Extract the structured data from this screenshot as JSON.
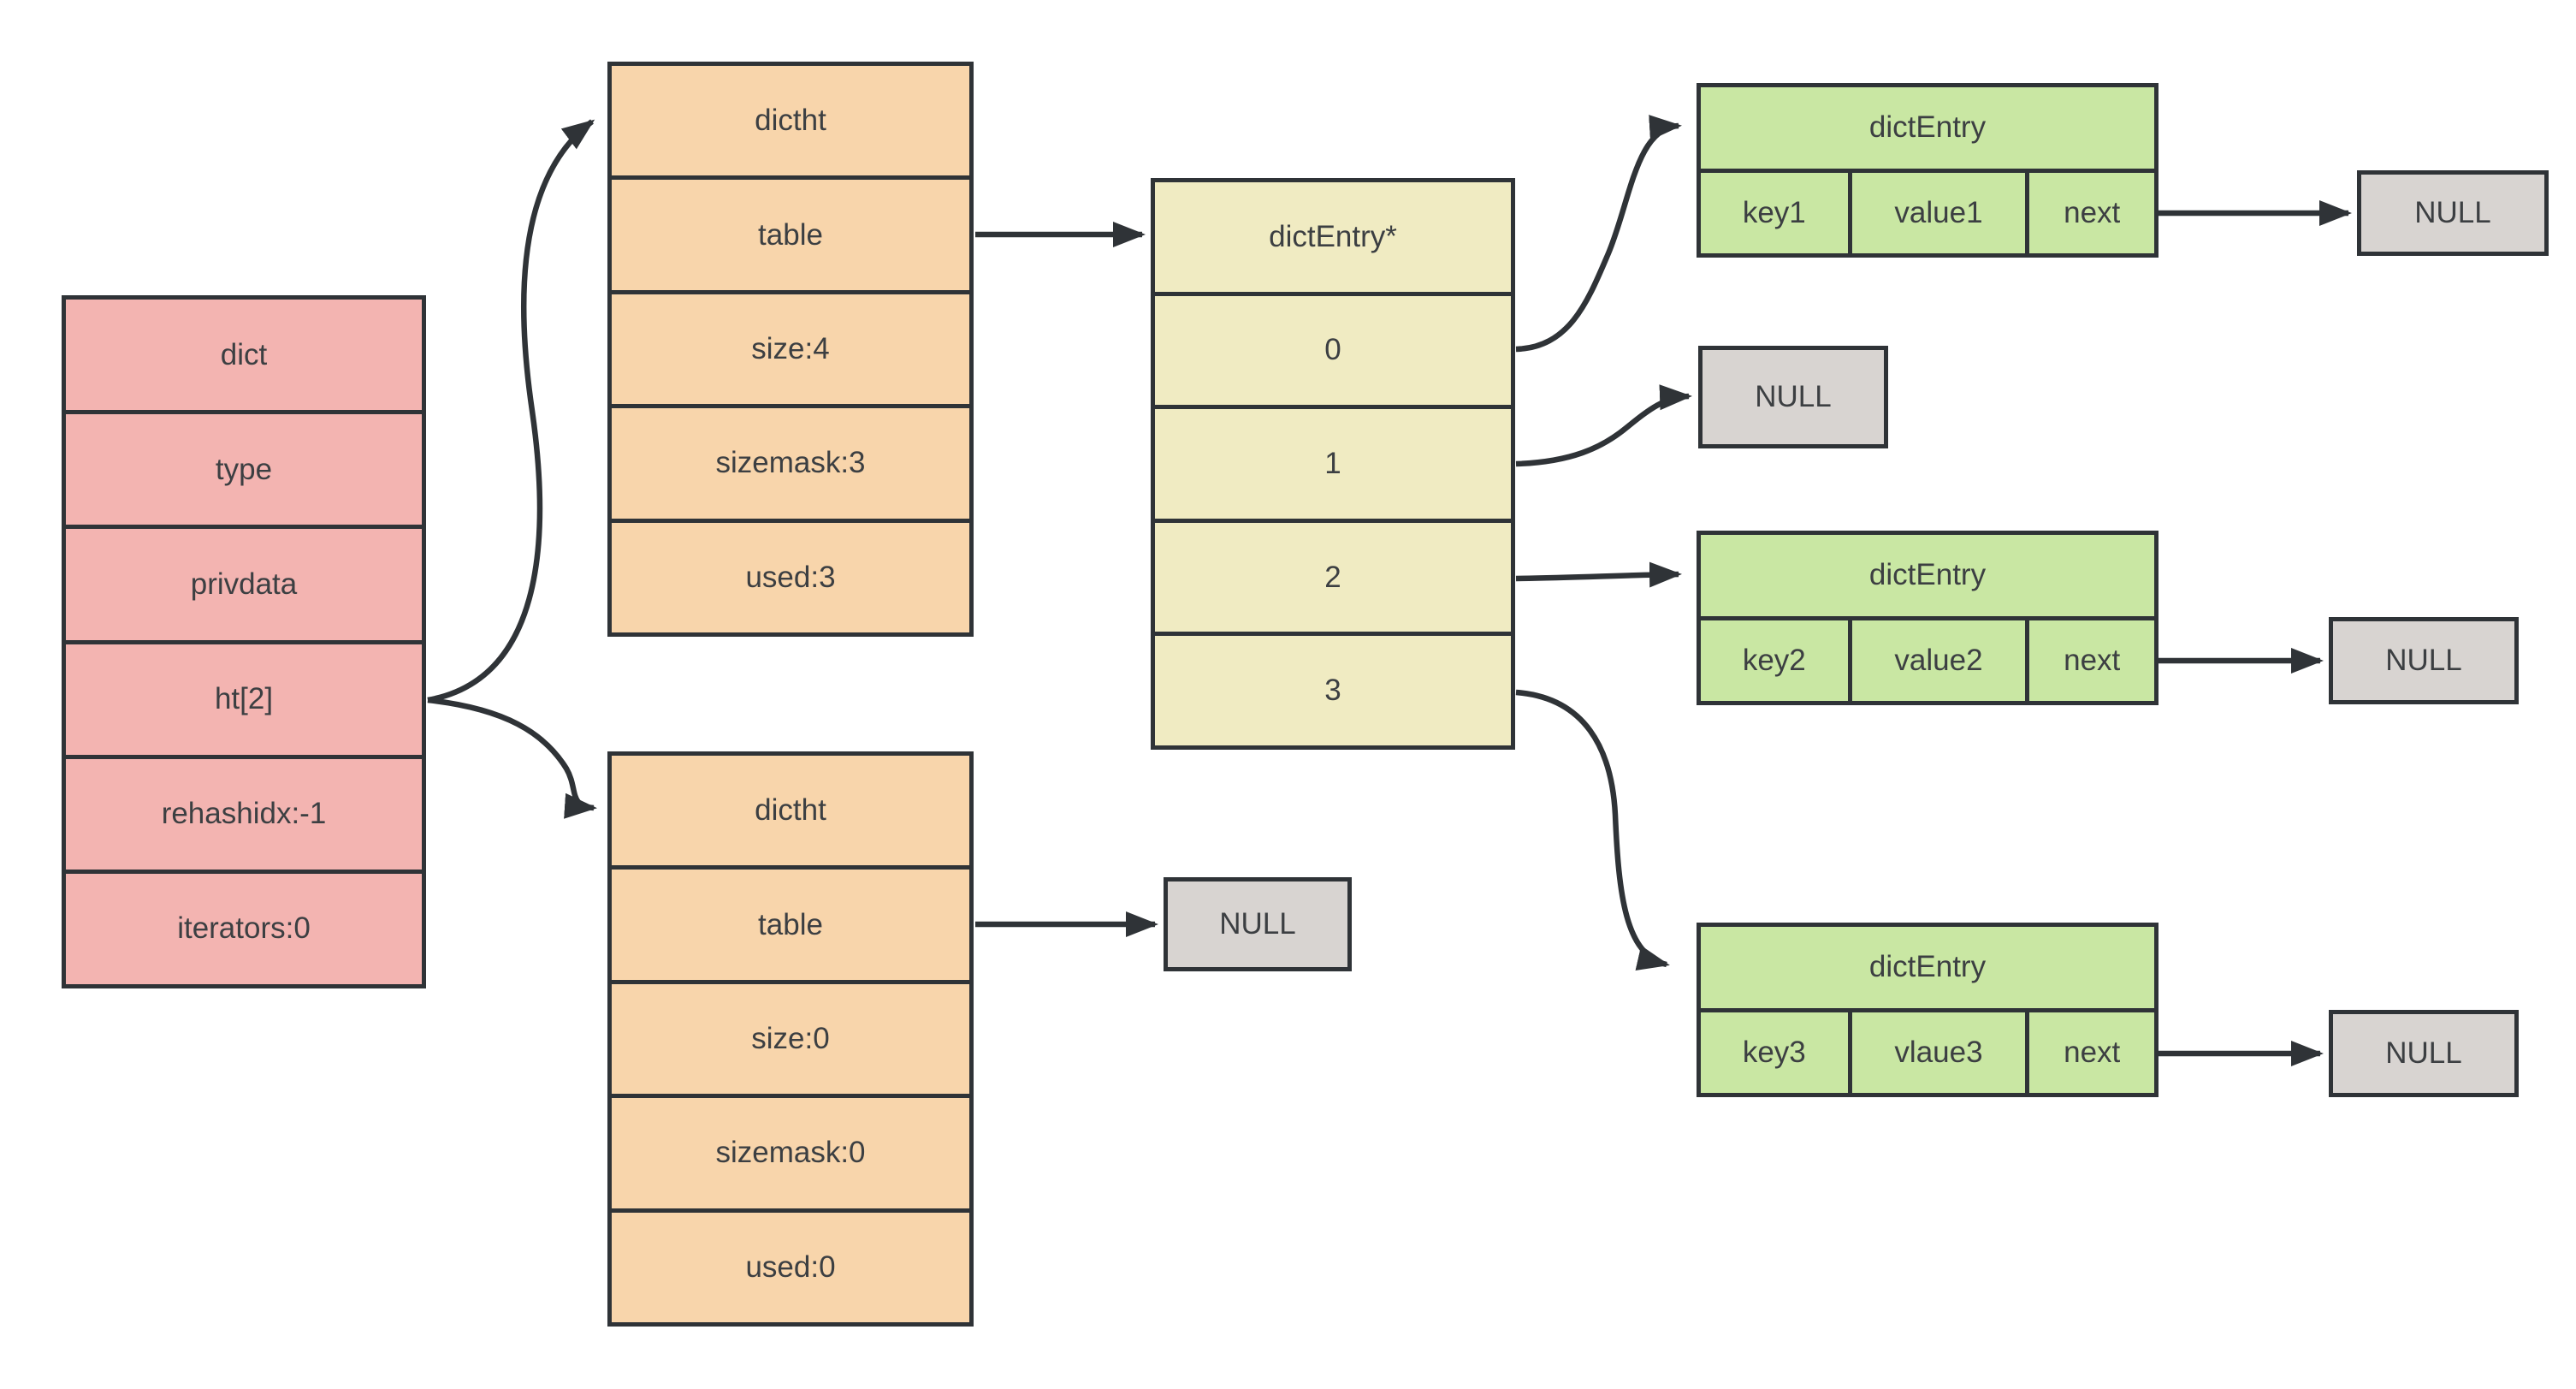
{
  "palette": {
    "pink": "#f3b4b1",
    "orange": "#f8d5ab",
    "yellow": "#f0ebc2",
    "green": "#c9e7a3",
    "gray": "#d8d4d1",
    "line": "#2f3337",
    "text": "#3c3f42"
  },
  "dict": {
    "rows": [
      "dict",
      "type",
      "privdata",
      "ht[2]",
      "rehashidx:-1",
      "iterators:0"
    ]
  },
  "dictht_top": {
    "rows": [
      "dictht",
      "table",
      "size:4",
      "sizemask:3",
      "used:3"
    ]
  },
  "dictht_bottom": {
    "rows": [
      "dictht",
      "table",
      "size:0",
      "sizemask:0",
      "used:0"
    ]
  },
  "buckets": {
    "rows": [
      "dictEntry*",
      "0",
      "1",
      "2",
      "3"
    ]
  },
  "entry1": {
    "title": "dictEntry",
    "cells": [
      "key1",
      "value1",
      "next"
    ]
  },
  "entry2": {
    "title": "dictEntry",
    "cells": [
      "key2",
      "value2",
      "next"
    ]
  },
  "entry3": {
    "title": "dictEntry",
    "cells": [
      "key3",
      "vlaue3",
      "next"
    ]
  },
  "nulls": {
    "after_entry1": "NULL",
    "bucket1": "NULL",
    "after_entry2": "NULL",
    "after_entry3": "NULL",
    "empty_table": "NULL"
  }
}
